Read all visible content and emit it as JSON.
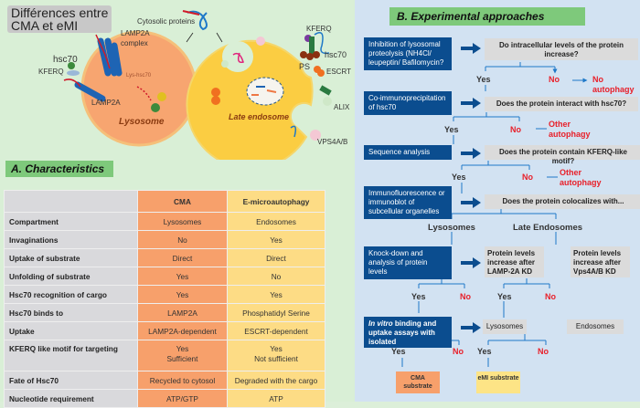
{
  "title": "Différences entre CMA et eMI",
  "title_lines": [
    "Différences entre",
    "CMA et eMI"
  ],
  "diagram": {
    "cytosolic_proteins": "Cytosolic proteins",
    "lysosome_labels": {
      "lamp2a_complex": [
        "LAMP2A",
        "complex"
      ],
      "hsc70": "hsc70",
      "kferq": "KFERQ",
      "lys_hsc70": "Lys-hsc70",
      "lamp2a": "LAMP2A",
      "lysosome": "Lysosome"
    },
    "endosome_labels": {
      "kferq": "KFERQ",
      "hsc70": "hsc70",
      "ps": "PS",
      "escrt": "ESCRT",
      "alix": "ALIX",
      "vps4ab": "VPS4A/B",
      "late_endosome": "Late endosome"
    }
  },
  "section_a": {
    "heading": "A. Characteristics",
    "columns": [
      "",
      "CMA",
      "E-microautophagy"
    ],
    "rows": [
      {
        "feature": "Compartment",
        "cma": "Lysosomes",
        "emi": "Endosomes"
      },
      {
        "feature": "Invaginations",
        "cma": "No",
        "emi": "Yes"
      },
      {
        "feature": "Uptake of substrate",
        "cma": "Direct",
        "emi": "Direct"
      },
      {
        "feature": "Unfolding of substrate",
        "cma": "Yes",
        "emi": "No"
      },
      {
        "feature": "Hsc70 recognition of cargo",
        "cma": "Yes",
        "emi": "Yes"
      },
      {
        "feature": "Hsc70 binds to",
        "cma": "LAMP2A",
        "emi": "Phosphatidyl Serine"
      },
      {
        "feature": "Uptake",
        "cma": "LAMP2A-dependent",
        "emi": "ESCRT-dependent"
      },
      {
        "feature": "KFERQ like motif for targeting",
        "cma": "Yes\nSufficient",
        "emi": "Yes\nNot sufficient"
      },
      {
        "feature": "Fate of Hsc70",
        "cma": "Recycled to cytosol",
        "emi": "Degraded with the cargo"
      },
      {
        "feature": "Nucleotide requirement",
        "cma": "ATP/GTP",
        "emi": "ATP"
      }
    ]
  },
  "section_b": {
    "heading": "B. Experimental approaches",
    "steps": [
      {
        "method": "Inhibition of lysosomal proteolysis (NH4Cl/ leupeptin/ Bafilomycin?",
        "question": "Do intracellular levels of the protein increase?",
        "yes": "Yes",
        "no": "No",
        "no_result": "No autophagy"
      },
      {
        "method": "Co-immunoprecipitation of hsc70",
        "question": "Does the protein interact with hsc70?",
        "yes": "Yes",
        "no": "No",
        "no_result": "Other autophagy"
      },
      {
        "method": "Sequence analysis",
        "question": "Does the protein contain KFERQ-like motif?",
        "yes": "Yes",
        "no": "No",
        "no_result": "Other autophagy"
      },
      {
        "method": "Immunofluorescence or immunoblot of subcellular organelles",
        "question": "Does the protein colocalizes with...",
        "branch_left": "Lysosomes",
        "branch_right": "Late Endosomes"
      },
      {
        "method": "Knock-down and analysis of protein levels",
        "left_question": "Protein levels increase after LAMP-2A KD",
        "right_question": "Protein levels increase after Vps4A/B KD",
        "yes": "Yes",
        "no": "No"
      },
      {
        "method_italic": "In vitro",
        "method": " binding and uptake assays with isolated",
        "left_box": "Lysosomes",
        "right_box": "Endosomes",
        "yes": "Yes",
        "no": "No"
      }
    ],
    "results": {
      "cma": "CMA substrate",
      "emi": "eMI substrate"
    }
  },
  "colors": {
    "cma": "#f7a06b",
    "emi": "#fddc85",
    "method_box": "#0b4d8f",
    "no": "#e8202a",
    "heading_bg": "#7ec97b"
  }
}
